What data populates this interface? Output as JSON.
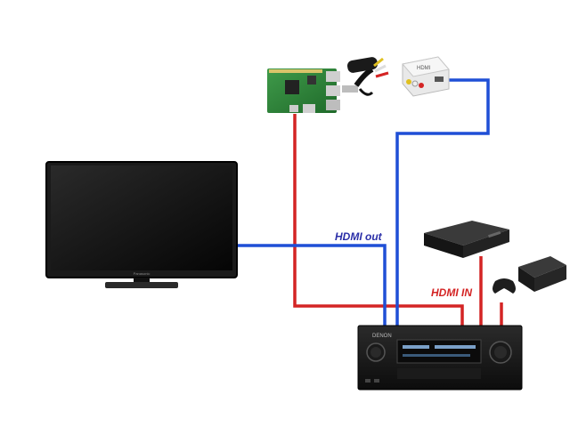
{
  "labels": {
    "hdmi_out": "HDMI out",
    "hdmi_in": "HDMI IN"
  },
  "brand_marks": {
    "tv": "Panasonic",
    "receiver": "DENON",
    "converter": "HDMI"
  },
  "colors": {
    "hdmi_out_cable": "#1f4fd6",
    "hdmi_in_cable": "#d42424",
    "hdmi_out_label": "#2b2fa8",
    "hdmi_in_label": "#d42424"
  },
  "devices": [
    "tv-icon",
    "raspberry-pi-icon",
    "usb-capture-adapter-icon",
    "av-to-hdmi-converter-icon",
    "set-top-box-icon",
    "game-console-icon",
    "controller-icon",
    "av-receiver-icon"
  ]
}
